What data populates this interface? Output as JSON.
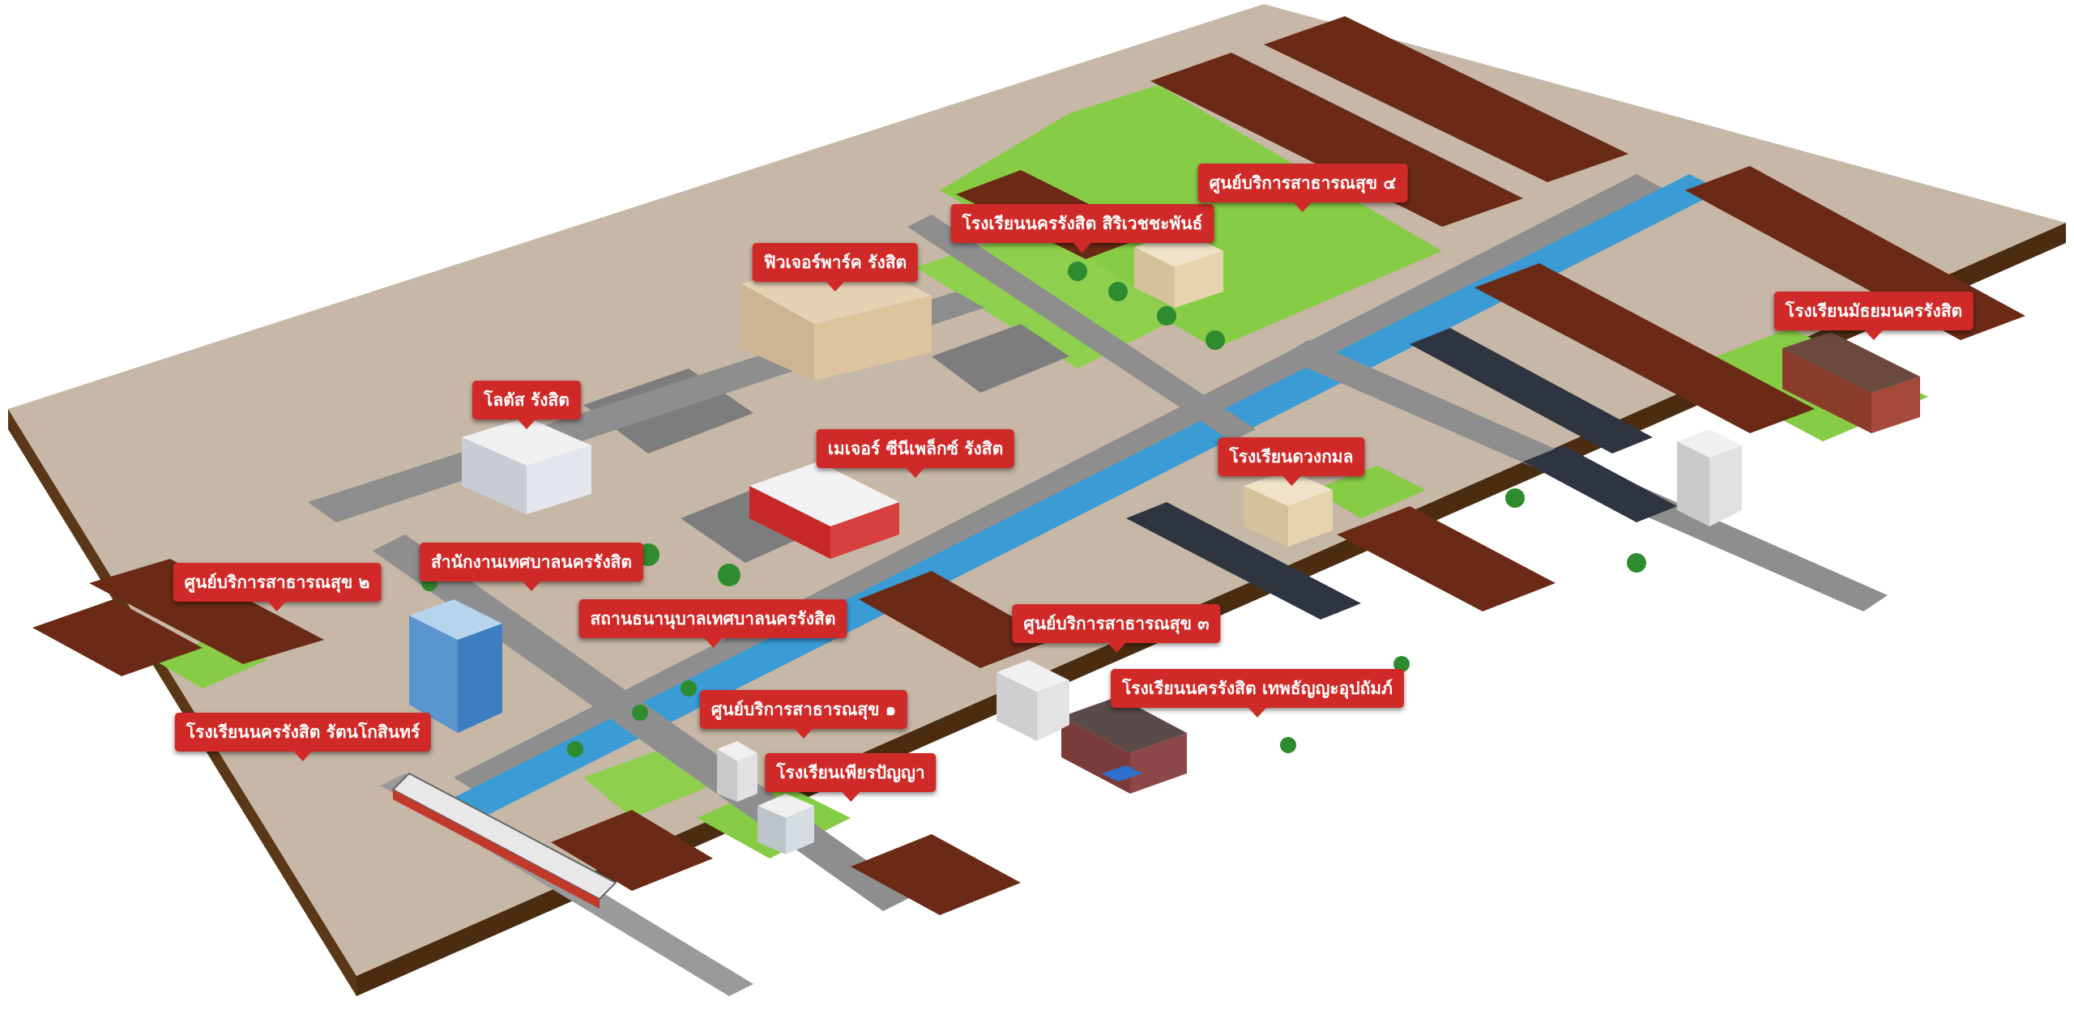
{
  "map": {
    "colors": {
      "ground": "#c6b7a6",
      "road": "#8e8e8e",
      "canal": "#3a9bd5",
      "grass": "#86cc44",
      "soil": "#5a3716",
      "label_bg": "#cf2a27",
      "label_text": "#ffffff"
    },
    "icons": [
      "train-icon",
      "tree-icon",
      "building-icon",
      "house-row-icon",
      "car-icon",
      "pool-icon"
    ]
  },
  "places": [
    {
      "id": "future-park",
      "label": "ฟิวเจอร์พาร์ค รังสิต"
    },
    {
      "id": "lotus",
      "label": "โลตัส รังสิต"
    },
    {
      "id": "major",
      "label": "เมเจอร์ ซีนีเพล็กซ์ รังสิต"
    },
    {
      "id": "municipal-office",
      "label": "สำนักงานเทศบาลนครรังสิต"
    },
    {
      "id": "health-2",
      "label": "ศูนย์บริการสาธารณสุข ๒"
    },
    {
      "id": "pawnshop",
      "label": "สถานธนานุบาลเทศบาลนครรังสิต"
    },
    {
      "id": "school-rattanakosin",
      "label": "โรงเรียนนครรังสิต รัตนโกสินทร์"
    },
    {
      "id": "health-1",
      "label": "ศูนย์บริการสาธารณสุข ๑"
    },
    {
      "id": "school-phian",
      "label": "โรงเรียนเพียรปัญญา"
    },
    {
      "id": "school-siriwet",
      "label": "โรงเรียนนครรังสิต สิริเวชชะพันธ์"
    },
    {
      "id": "health-4",
      "label": "ศูนย์บริการสาธารณสุข ๔"
    },
    {
      "id": "school-mathayom",
      "label": "โรงเรียนมัธยมนครรังสิต"
    },
    {
      "id": "school-duangkamon",
      "label": "โรงเรียนดวงกมล"
    },
    {
      "id": "health-3",
      "label": "ศูนย์บริการสาธารณสุข ๓"
    },
    {
      "id": "school-thepthanyas",
      "label": "โรงเรียนนครรังสิต เทพธัญญะอุปถัมภ์"
    }
  ]
}
